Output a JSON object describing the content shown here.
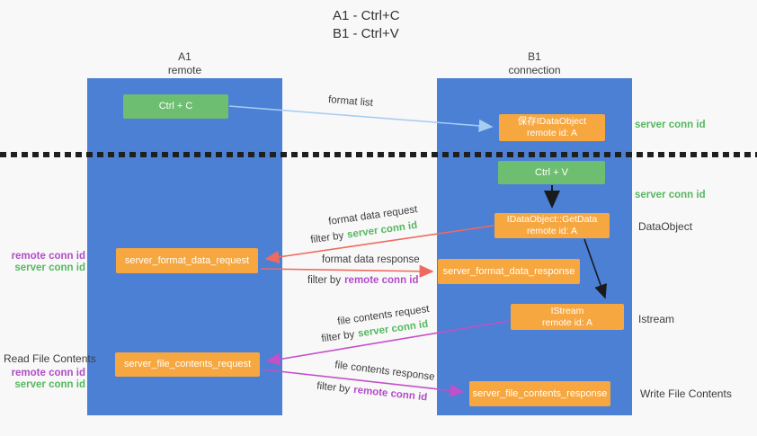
{
  "title": {
    "line1": "A1 - Ctrl+C",
    "line2": "B1 - Ctrl+V"
  },
  "columns": {
    "left": {
      "name": "A1",
      "role": "remote"
    },
    "right": {
      "name": "B1",
      "role": "connection"
    }
  },
  "nodes": {
    "ctrl_c": {
      "label": "Ctrl + C"
    },
    "save_dataobject": {
      "line1": "保存IDataObject",
      "line2": "remote id: A"
    },
    "ctrl_v": {
      "label": "Ctrl + V"
    },
    "getdata": {
      "line1": "IDataObject::GetData",
      "line2": "remote id: A"
    },
    "format_request": {
      "label": "server_format_data_request"
    },
    "format_response": {
      "label": "server_format_data_response"
    },
    "istream": {
      "line1": "IStream",
      "line2": "remote id: A"
    },
    "file_request": {
      "label": "server_file_contents_request"
    },
    "file_response": {
      "label": "server_file_contents_response"
    }
  },
  "flow_labels": {
    "format_list": "format list",
    "format_data_request": "format data request",
    "format_data_response": "format data response",
    "file_contents_request": "file contents request",
    "file_contents_response": "file contents response",
    "filter_by": "filter by",
    "server_conn_id": "server conn id",
    "remote_conn_id": "remote conn id"
  },
  "side_labels": {
    "server_conn_id_top": "server conn id",
    "server_conn_id_mid": "server conn id",
    "dataobject": "DataObject",
    "istream": "Istream",
    "write_file_contents": "Write File Contents",
    "read_file_contents": "Read File Contents",
    "remote_conn_id_format": "remote conn id",
    "server_conn_id_format": "server conn id",
    "remote_conn_id_file": "remote conn id",
    "server_conn_id_file": "server conn id"
  },
  "colors": {
    "column_blue": "#4b80d5",
    "action_green": "#6ebe71",
    "node_orange": "#f7a73f",
    "request_red": "#ee6a5f",
    "response_magenta": "#c250c8",
    "format_list_blue": "#a5cdf2",
    "arrow_black": "#1a1a1a",
    "server_conn_green": "#55b85f",
    "remote_conn_purple": "#b14cc7"
  }
}
